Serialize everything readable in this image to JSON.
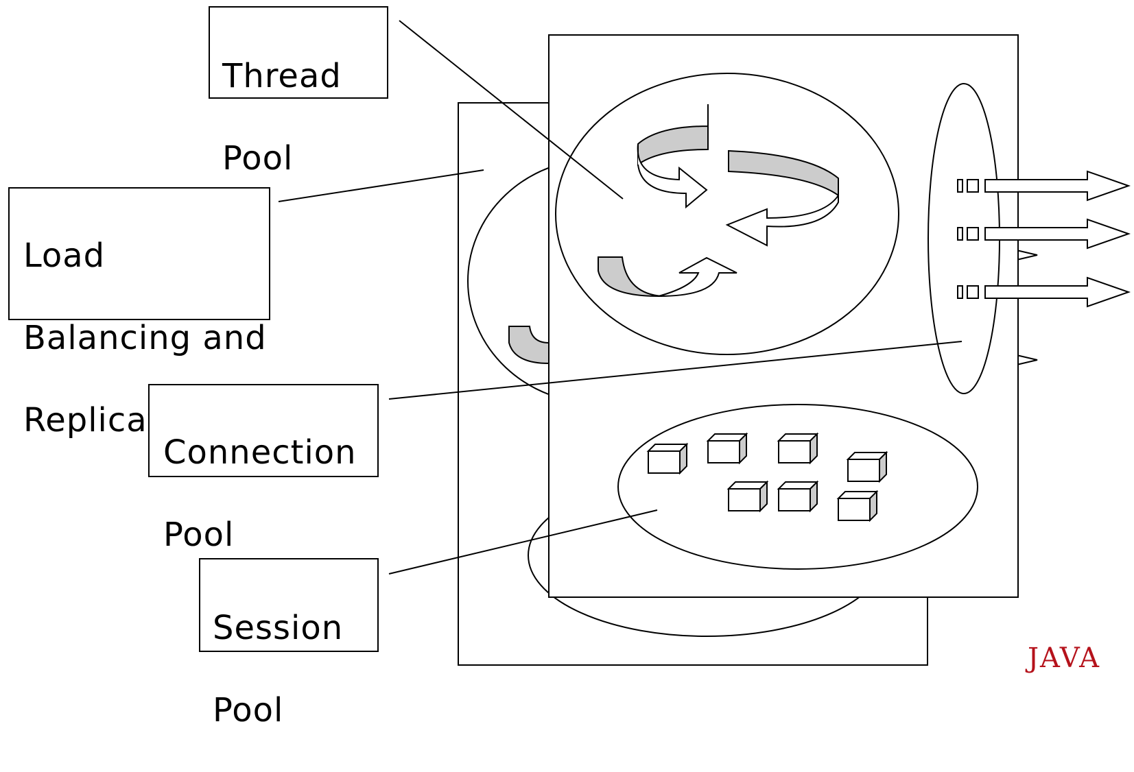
{
  "labels": {
    "thread_pool": [
      "Thread",
      "Pool"
    ],
    "load_balancing": [
      "Load",
      "Balancing and",
      "Replication"
    ],
    "connection_pool": [
      "Connection",
      "Pool"
    ],
    "session_pool": [
      "Session",
      "Pool"
    ]
  },
  "logo": {
    "text": "JAVA",
    "color": "#b5121b"
  },
  "colors": {
    "stroke": "#000000",
    "fill_gray": "#cccccc",
    "background": "#ffffff"
  }
}
